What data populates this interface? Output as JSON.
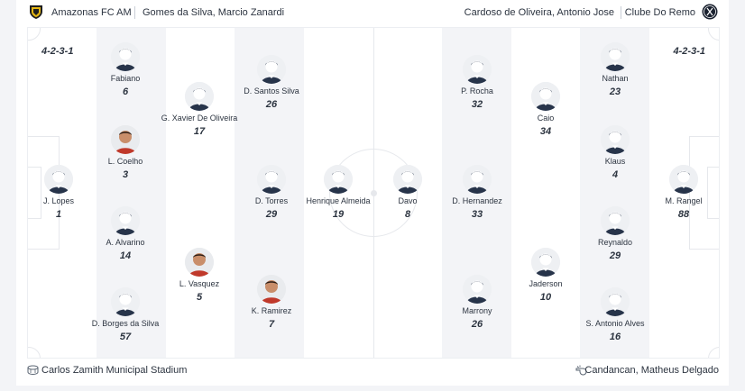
{
  "header": {
    "home_team": "Amazonas FC AM",
    "home_coach": "Gomes da Silva, Marcio Zanardi",
    "away_coach": "Cardoso de Oliveira, Antonio Jose",
    "away_team": "Clube Do Remo"
  },
  "formations": {
    "home": "4-2-3-1",
    "away": "4-2-3-1"
  },
  "home_players": [
    {
      "name": "J. Lopes",
      "number": "1",
      "photo": false
    },
    {
      "name": "Fabiano",
      "number": "6",
      "photo": false
    },
    {
      "name": "L. Coelho",
      "number": "3",
      "photo": true
    },
    {
      "name": "A. Alvarino",
      "number": "14",
      "photo": false
    },
    {
      "name": "D. Borges da Silva",
      "number": "57",
      "photo": false
    },
    {
      "name": "G. Xavier De Oliveira",
      "number": "17",
      "photo": false
    },
    {
      "name": "L. Vasquez",
      "number": "5",
      "photo": true
    },
    {
      "name": "D. Santos Silva",
      "number": "26",
      "photo": false
    },
    {
      "name": "D. Torres",
      "number": "29",
      "photo": false
    },
    {
      "name": "K. Ramirez",
      "number": "7",
      "photo": true
    },
    {
      "name": "Henrique Almeida",
      "number": "19",
      "photo": false
    }
  ],
  "away_players": [
    {
      "name": "Davo",
      "number": "8",
      "photo": false
    },
    {
      "name": "P. Rocha",
      "number": "32",
      "photo": false
    },
    {
      "name": "D. Hernandez",
      "number": "33",
      "photo": false
    },
    {
      "name": "Marrony",
      "number": "26",
      "photo": false
    },
    {
      "name": "Caio",
      "number": "34",
      "photo": false
    },
    {
      "name": "Jaderson",
      "number": "10",
      "photo": false
    },
    {
      "name": "Nathan",
      "number": "23",
      "photo": false
    },
    {
      "name": "Klaus",
      "number": "4",
      "photo": false
    },
    {
      "name": "Reynaldo",
      "number": "29",
      "photo": false
    },
    {
      "name": "S. Antonio Alves",
      "number": "16",
      "photo": false
    },
    {
      "name": "M. Rangel",
      "number": "88",
      "photo": false
    }
  ],
  "footer": {
    "stadium": "Carlos Zamith Municipal Stadium",
    "stadium_icon": "stadium-icon",
    "referee": "Candancan, Matheus Delgado",
    "referee_icon": "whistle-icon"
  },
  "colors": {
    "accent": "#2c3440",
    "stripe": "#f3f4f7",
    "pitch": "#ffffff"
  }
}
